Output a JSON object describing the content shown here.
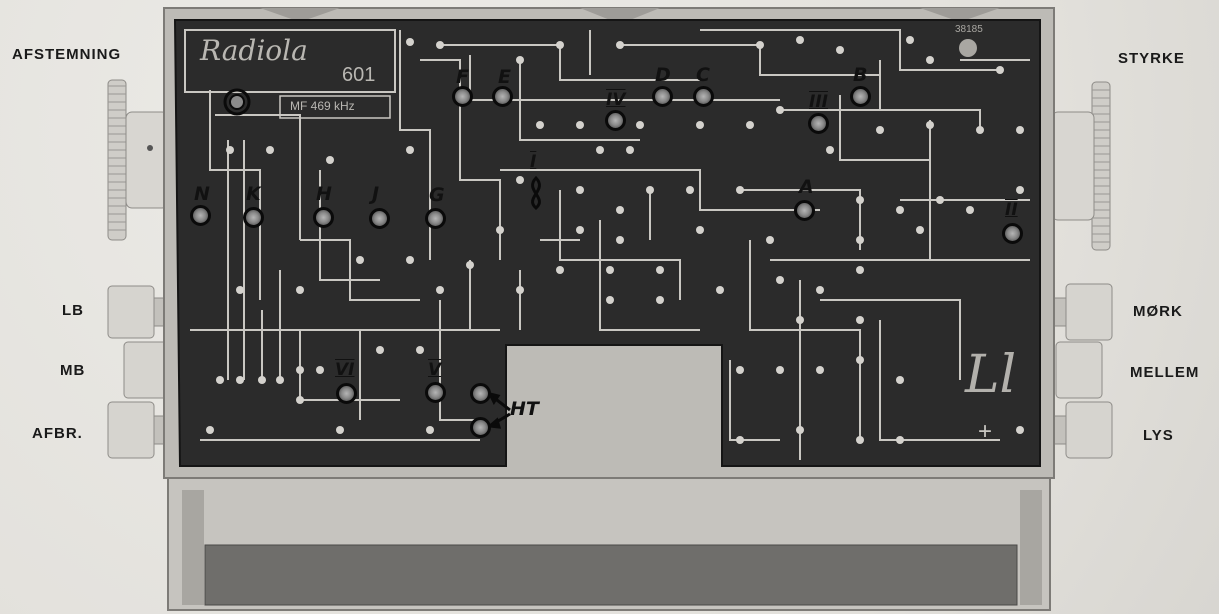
{
  "side_labels": {
    "afstemning": "AFSTEMNING",
    "styrke": "STYRKE",
    "lb": "LB",
    "mb": "MB",
    "afbr": "AFBR.",
    "mork": "MØRK",
    "mellem": "MELLEM",
    "lys": "LYS"
  },
  "board": {
    "brand_script": "Radiola",
    "model": "601",
    "mf_text": "MF 469 kHz",
    "serial": "38185",
    "monogram": "Ll",
    "plus": "+"
  },
  "test_points": {
    "A": "A",
    "B": "B",
    "C": "C",
    "D": "D",
    "E": "E",
    "F": "F",
    "G": "G",
    "H": "H",
    "J": "J",
    "K": "K",
    "N": "N",
    "I": "I",
    "II": "II",
    "III": "III",
    "IV": "IV",
    "V": "V",
    "VI": "VI",
    "HT": "HT"
  },
  "colors": {
    "board": "#2b2b2b",
    "trace": "#c9c7c2",
    "frame": "#bdbbb6",
    "background": "#e6e4df"
  }
}
